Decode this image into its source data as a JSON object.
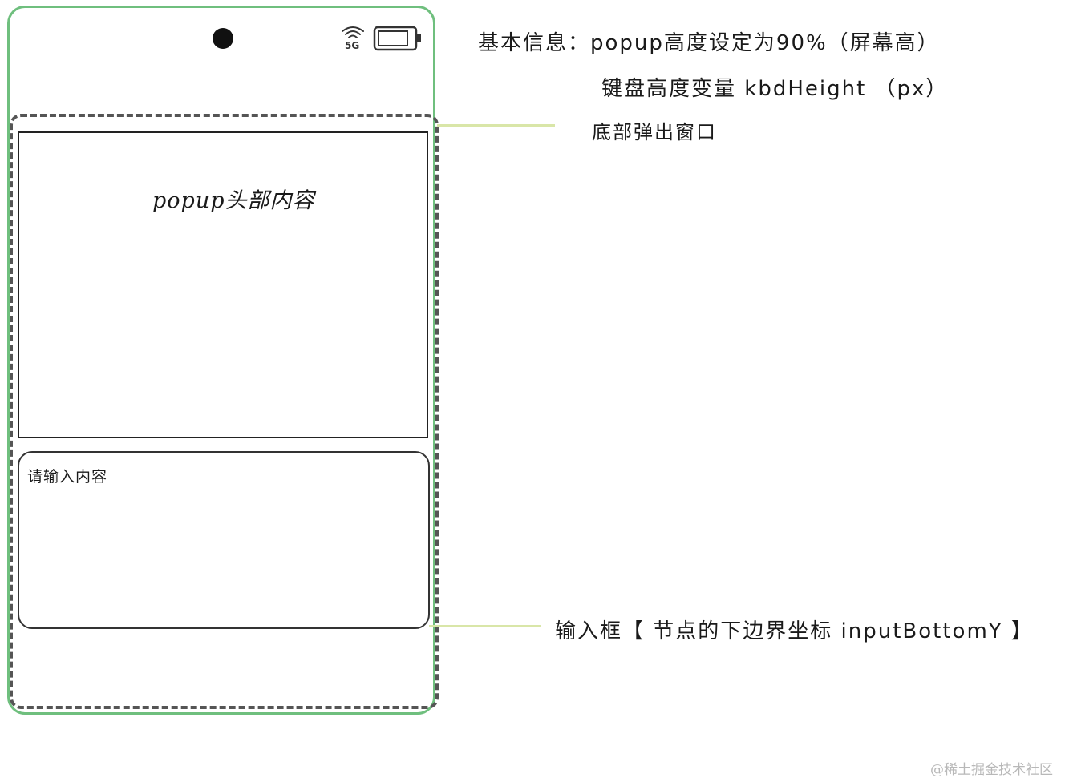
{
  "popup": {
    "header_label": "popup头部内容",
    "input_placeholder": "请输入内容"
  },
  "status_bar": {
    "network_label": "5G",
    "icons": [
      "wifi-icon",
      "battery-icon"
    ]
  },
  "annotations": {
    "basic_info": "基本信息：popup高度设定为90%（屏幕高）",
    "keyboard_height": "键盘高度变量 kbdHeight （px）",
    "popup_window": "底部弹出窗口",
    "input_box": "输入框【 节点的下边界坐标 inputBottomY 】"
  },
  "watermark": "@稀土掘金技术社区",
  "colors": {
    "phone_outline": "#6fbf7e",
    "popup_dashed": "#555555",
    "connector": "#d9e6a8"
  }
}
